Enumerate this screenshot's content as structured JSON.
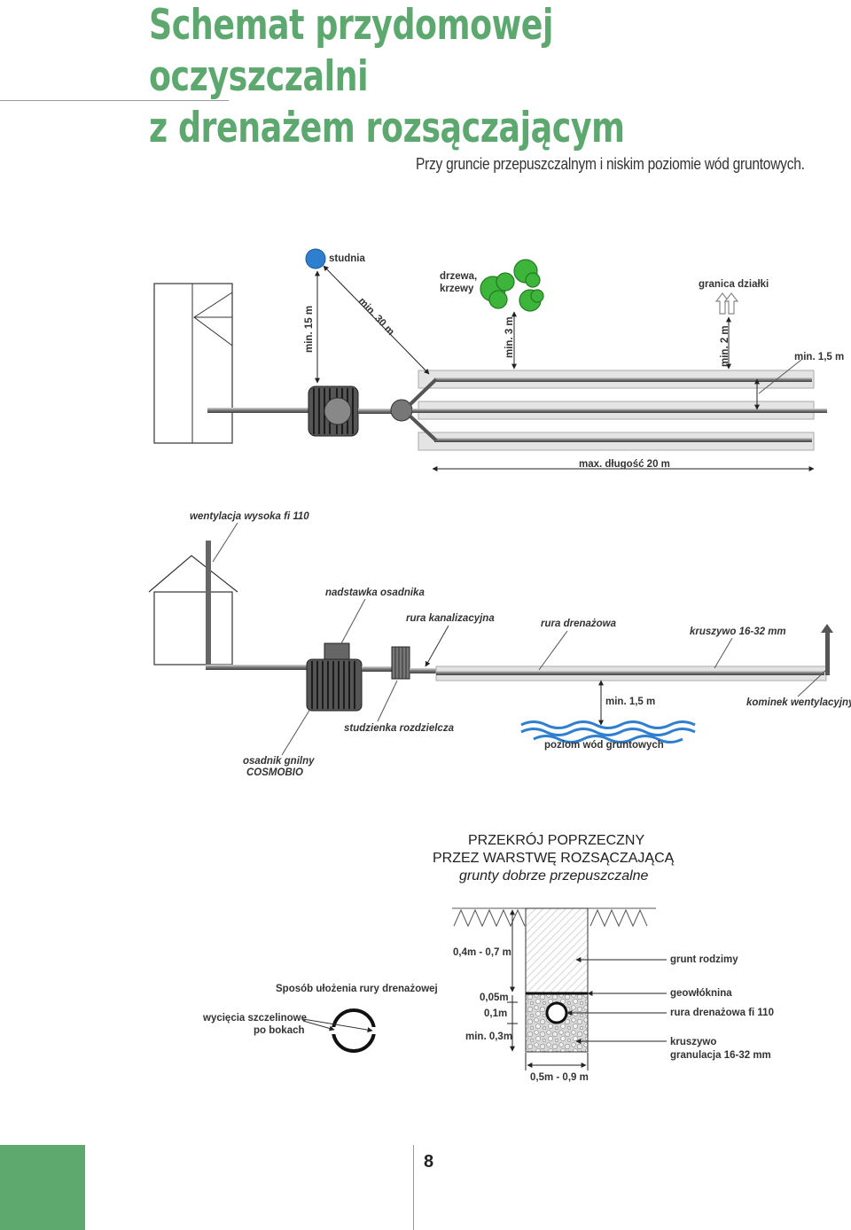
{
  "header": {
    "title_line1": "Schemat przydomowej oczyszczalni",
    "title_line2": "z drenażem rozsączającym",
    "subtitle": "Przy gruncie przepuszczalnym i niskim poziomie wód gruntowych."
  },
  "plan": {
    "well": "studnia",
    "trees_line1": "drzewa,",
    "trees_line2": "krzewy",
    "boundary": "granica działki",
    "min15": "min. 15 m",
    "min30": "min. 30 m",
    "min3": "min. 3 m",
    "min2": "min. 2 m",
    "min15b": "min. 1,5 m",
    "maxlen": "max. długość 20 m"
  },
  "section": {
    "vent": "wentylacja wysoka fi 110",
    "riser": "nadstawka osadnika",
    "sewer_pipe": "rura kanalizacyjna",
    "drain_pipe": "rura drenażowa",
    "aggregate": "kruszywo 16-32 mm",
    "min15": "min. 1,5 m",
    "vent_chimney": "kominek wentylacyjny",
    "distribution": "studzienka rozdzielcza",
    "groundwater": "poziom wód gruntowych",
    "tank_line1": "osadnik gnilny",
    "tank_line2": "COSMOBIO"
  },
  "cross": {
    "title1": "PRZEKRÓJ POPRZECZNY",
    "title2": "PRZEZ WARSTWĘ ROZSĄCZAJĄCĄ",
    "title3": "grunty dobrze przepuszczalne",
    "depth": "0,4m - 0,7 m",
    "native_soil": "grunt rodzimy",
    "method": "Sposób ułożenia rury drenażowej",
    "geotextile": "geowłóknina",
    "d005": "0,05m",
    "d01": "0,1m",
    "drain": "rura drenażowa fi 110",
    "slots_line1": "wycięcia szczelinowe",
    "slots_line2": "po bokach",
    "min03": "min. 0,3m",
    "agg_line1": "kruszywo",
    "agg_line2": "granulacja 16-32 mm",
    "width": "0,5m - 0,9 m"
  },
  "footer": {
    "page_number": "8"
  },
  "colors": {
    "title_green": "#5da86f",
    "water_blue": "#2f7fd1"
  }
}
